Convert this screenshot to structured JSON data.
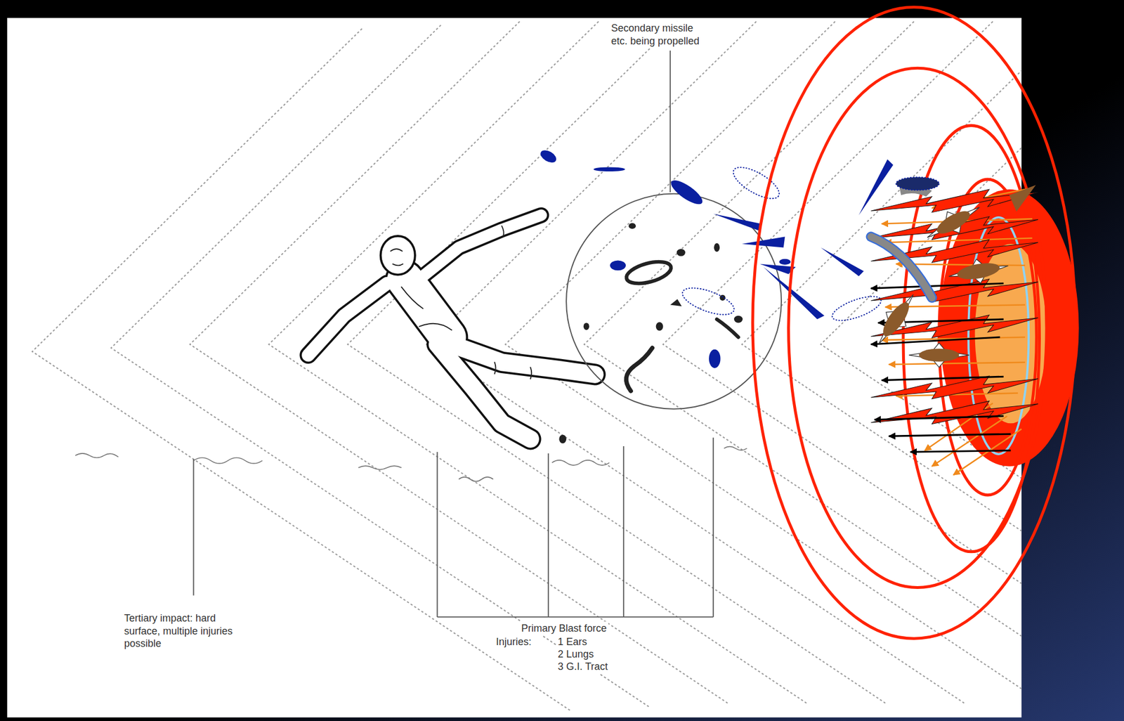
{
  "diagram": {
    "labels": [
      "Secondary missile etc. being propelled",
      "Tertiary impact: hard surface, multiple injuries possible",
      "Primary Blast force",
      "Injuries:",
      "1 Ears",
      "2 Lungs",
      "3 G.I. Tract"
    ]
  }
}
